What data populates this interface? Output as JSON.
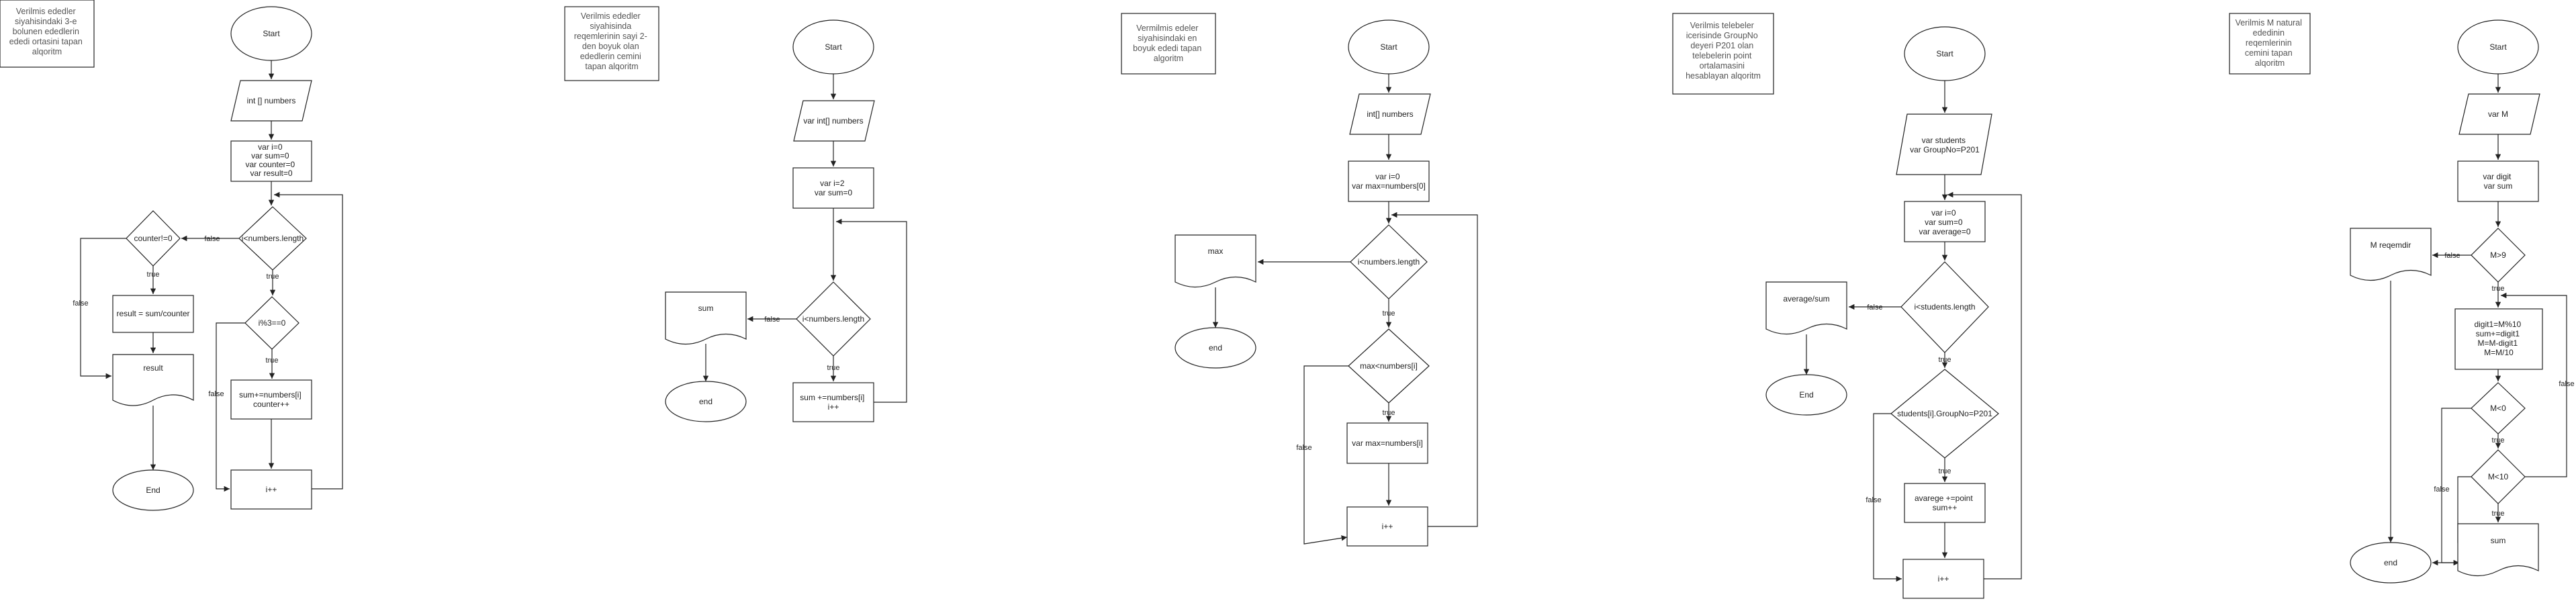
{
  "diagrams": [
    {
      "id": "d1",
      "note_lines": [
        "Verilmis ededler",
        "siyahisindaki 3-e",
        "bolunen ededlerin",
        "ededi ortasini tapan",
        "alqoritm"
      ],
      "start": "Start",
      "input": "int [] numbers",
      "init_lines": [
        "var i=0",
        "var sum=0",
        "var counter=0",
        "var result=0"
      ],
      "cond_main": "i<numbers.length",
      "cond_inner": "i%3==0",
      "cond_counter": "counter!=0",
      "body_lines": [
        "sum+=numbers[i]",
        "counter++"
      ],
      "incr": "i++",
      "result_calc": "result = sum/counter",
      "output": "result",
      "end": "End",
      "edge_true": "true",
      "edge_false": "false"
    },
    {
      "id": "d2",
      "note_lines": [
        "Verilmis ededler",
        "siyahisinda",
        "reqemlerinin sayi 2-",
        "den boyuk olan",
        "ededlerin cemini",
        "tapan alqoritm"
      ],
      "start": "Start",
      "input": "var int[] numbers",
      "init_lines": [
        "var i=2",
        "var sum=0"
      ],
      "cond_main": "i<numbers.length",
      "body_lines": [
        "sum +=numbers[i]",
        "i++"
      ],
      "output": "sum",
      "end": "end",
      "edge_true": "true",
      "edge_false": "false"
    },
    {
      "id": "d3",
      "note_lines": [
        "Vermilmis edeler",
        "siyahisindaki en",
        "boyuk ededi tapan",
        "algoritm"
      ],
      "start": "Start",
      "input": "int[] numbers",
      "init_lines": [
        "var i=0",
        "var max=numbers[0]"
      ],
      "cond_main": "i<numbers.length",
      "cond_inner": "max<numbers[i]",
      "body_lines": [
        "var max=numbers[i]"
      ],
      "incr": "i++",
      "output": "max",
      "end": "end",
      "edge_true": "true",
      "edge_false": "false"
    },
    {
      "id": "d4",
      "note_lines": [
        "Verilmis telebeler",
        "icerisinde GroupNo",
        "deyeri P201 olan",
        "telebelerin point",
        "ortalamasini",
        "hesablayan alqoritm"
      ],
      "start": "Start",
      "input_lines": [
        "var students",
        "var GroupNo=P201"
      ],
      "init_lines": [
        "var i=0",
        "var sum=0",
        "var average=0"
      ],
      "cond_main": "i<students.length",
      "cond_inner": "students[i].GroupNo=P201",
      "body_lines": [
        "avarege +=point",
        "sum++"
      ],
      "incr": "i++",
      "output": "average/sum",
      "end": "End",
      "edge_true": "true",
      "edge_false": "false"
    },
    {
      "id": "d5",
      "note_lines": [
        "Verilmis M natural",
        "ededinin",
        "reqemlerinin",
        "cemini tapan",
        "alqoritm"
      ],
      "start": "Start",
      "input": "var M",
      "init_lines": [
        "var digit",
        "var sum"
      ],
      "cond_main": "M>9",
      "body_lines": [
        "digit1=M%10",
        "sum+=digit1",
        "M=M-digit1",
        "M=M/10"
      ],
      "cond_a": "M<0",
      "cond_b": "M<10",
      "output_main": "sum",
      "output_side": "M reqemdir",
      "end": "end",
      "edge_true": "true",
      "edge_false": "false"
    }
  ]
}
